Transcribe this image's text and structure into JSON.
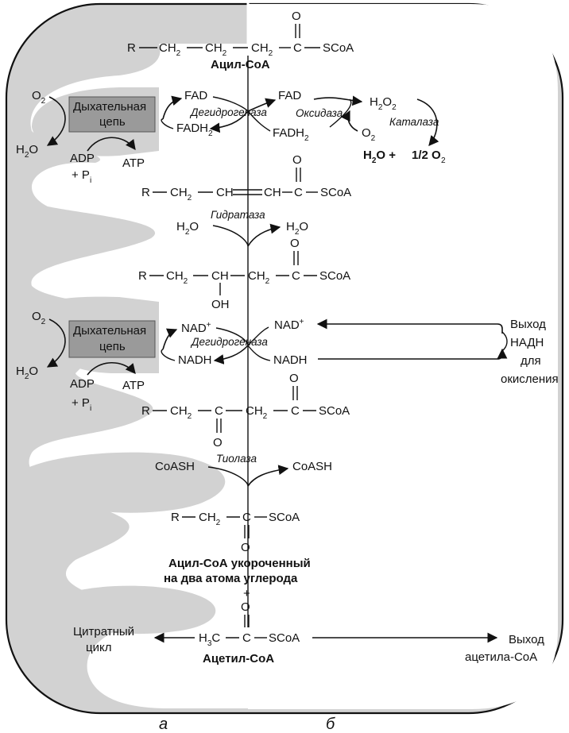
{
  "chain": {
    "acyl_coa": {
      "r": "R",
      "ch2_a": "CH",
      "ch2_b": "CH",
      "ch2_c": "CH",
      "c": "C",
      "o": "O",
      "scoa": "SCoA",
      "name": "Ацил-СоА"
    },
    "enoyl": {
      "r": "R",
      "ch2": "CH",
      "ch_a": "CH",
      "ch_b": "CH",
      "c": "C",
      "o": "O",
      "scoa": "SCoA"
    },
    "hydroxy": {
      "r": "R",
      "ch2_a": "CH",
      "ch": "CH",
      "ch2_b": "CH",
      "c": "C",
      "o": "O",
      "oh": "OH",
      "scoa": "SCoA"
    },
    "keto": {
      "r": "R",
      "ch2_a": "CH",
      "c_mid": "C",
      "ch2_b": "CH",
      "c": "C",
      "o_top": "O",
      "o_bottom": "O",
      "scoa": "SCoA"
    },
    "short_acyl": {
      "r": "R",
      "ch2": "CH",
      "c": "C",
      "o": "O",
      "scoa": "SCoA",
      "name_line1": "Ацил-СоА укороченный",
      "name_line2": "на два атома углерода"
    },
    "plus": "+",
    "acetyl": {
      "h3": "H",
      "c_left": "C",
      "c": "C",
      "o": "O",
      "scoa": "SCoA",
      "name": "Ацетил-СоА"
    }
  },
  "step1": {
    "fad_left": "FAD",
    "fadh2_left": "FADH",
    "enzyme_left": "Дегидрогеназа",
    "fad_right": "FAD",
    "fadh2_right": "FADH",
    "enzyme_right": "Оксидаза",
    "h2o2": "H",
    "o2_right": "O",
    "catalase": "Каталаза",
    "products": "H",
    "half_o2": "1/2 O"
  },
  "step2": {
    "h2o_left": "H",
    "h2o_right": "H",
    "enzyme": "Гидратаза"
  },
  "step3": {
    "nad_left": "NAD",
    "nadh_left": "NADH",
    "enzyme": "Дегидрогеназа",
    "nad_right": "NAD",
    "nadh_right": "NADH",
    "exit_line1": "Выход",
    "exit_line2": "НАДН",
    "exit_line3": "для",
    "exit_line4": "окисления"
  },
  "step4": {
    "coash_left": "CoASH",
    "coash_right": "CoASH",
    "enzyme": "Тиолаза"
  },
  "resp_top": {
    "box_line1": "Дыхательная",
    "box_line2": "цепь",
    "o2": "O",
    "h2o": "H",
    "adp": "ADP",
    "pi": "+ P",
    "atp": "ATP"
  },
  "resp_bottom": {
    "box_line1": "Дыхательная",
    "box_line2": "цепь",
    "o2": "O",
    "h2o": "H",
    "adp": "ADP",
    "pi": "+ P",
    "atp": "ATP"
  },
  "citrate": {
    "line1": "Цитратный",
    "line2": "цикл"
  },
  "acetyl_exit": {
    "line1": "Выход",
    "line2": "ацетила-СоА"
  },
  "panels": {
    "a": "а",
    "b": "б"
  },
  "colors": {
    "membrane": "#d2d2d2",
    "box": "#9a9a9a",
    "ink": "#111111"
  }
}
